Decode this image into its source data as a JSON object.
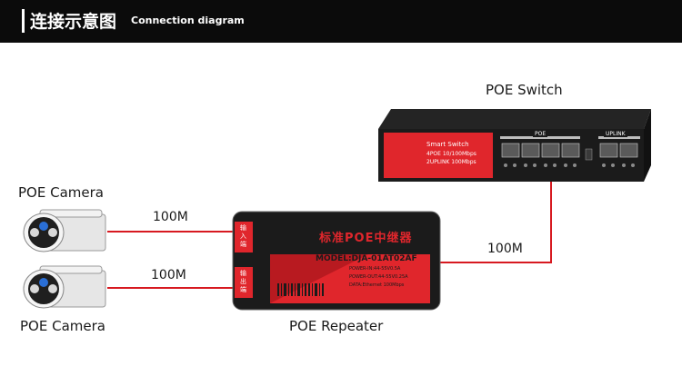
{
  "header": {
    "title": "连接示意图",
    "subtitle": "Connection diagram"
  },
  "labels": {
    "poe_switch": "POE Switch",
    "poe_camera_top": "POE Camera",
    "poe_camera_bottom": "POE Camera",
    "poe_repeater": "POE Repeater",
    "link_cam1": "100M",
    "link_cam2": "100M",
    "link_switch": "100M"
  },
  "switch_panel": {
    "name": "Smart Switch",
    "spec1": "4POE 10/100Mbps",
    "spec2": "2UPLINK 100Mbps",
    "poe_group": "POE",
    "uplink_group": "UPLINK"
  },
  "repeater_panel": {
    "title": "标准POE中继器",
    "model": "MODEL:DJA-01AT02AF",
    "spec1": "POWER-IN:44-55V0.5A",
    "spec2": "POWER-OUT:44-55V0.25A",
    "spec3": "DATA:Ethernet 100Mbps",
    "in_port": "输入端",
    "out_port": "输出端"
  },
  "colors": {
    "header_bg": "#0b0b0b",
    "link_line": "#d71920",
    "device_red": "#e0262c",
    "device_black": "#1b1b1b"
  }
}
